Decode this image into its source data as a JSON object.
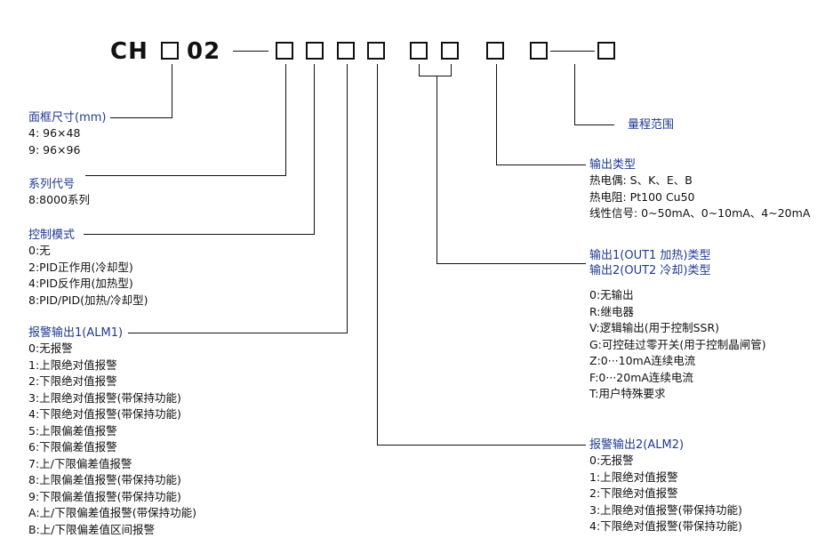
{
  "code": {
    "prefix": "CH",
    "mid": "02"
  },
  "groups": {
    "frame": {
      "title": "面框尺寸(mm)",
      "items": [
        "4: 96×48",
        "9: 96×96"
      ]
    },
    "series": {
      "title": "系列代号",
      "items": [
        "8:8000系列"
      ]
    },
    "control": {
      "title": "控制模式",
      "items": [
        "0:无",
        "2:PID正作用(冷却型)",
        "4:PID反作用(加热型)",
        "8:PID/PID(加热/冷却型)"
      ]
    },
    "alarm1": {
      "title": "报警输出1(ALM1)",
      "items": [
        "0:无报警",
        "1:上限绝对值报警",
        "2:下限绝对值报警",
        "3:上限绝对值报警(带保持功能)",
        "4:下限绝对值报警(带保持功能)",
        "5:上限偏差值报警",
        "6:下限偏差值报警",
        "7:上/下限偏差值报警",
        "8:上限偏差值报警(带保持功能)",
        "9:下限偏差值报警(带保持功能)",
        "A:上/下限偏差值报警(带保持功能)",
        "B:上/下限偏差值区间报警"
      ]
    },
    "range": {
      "title": "量程范围"
    },
    "input": {
      "title": "输出类型",
      "items": [
        "热电偶: S、K、E、B",
        "热电阻: Pt100  Cu50",
        "线性信号: 0~50mA、0~10mA、4~20mA"
      ]
    },
    "outputs": {
      "title1": "输出1(OUT1 加热)类型",
      "title2": "输出2(OUT2 冷却)类型",
      "items": [
        "0:无输出",
        "R:继电器",
        "V:逻辑输出(用于控制SSR)",
        "G:可控硅过零开关(用于控制晶闸管)",
        "Z:0···10mA连续电流",
        "F:0···20mA连续电流",
        "T:用户特殊要求"
      ]
    },
    "alarm2": {
      "title": "报警输出2(ALM2)",
      "items": [
        "0:无报警",
        "1:上限绝对值报警",
        "2:下限绝对值报警",
        "3:上限绝对值报警(带保持功能)",
        "4:下限绝对值报警(带保持功能)"
      ]
    }
  },
  "colors": {
    "title": "#1f3a93",
    "text": "#111111",
    "line": "#111111"
  }
}
